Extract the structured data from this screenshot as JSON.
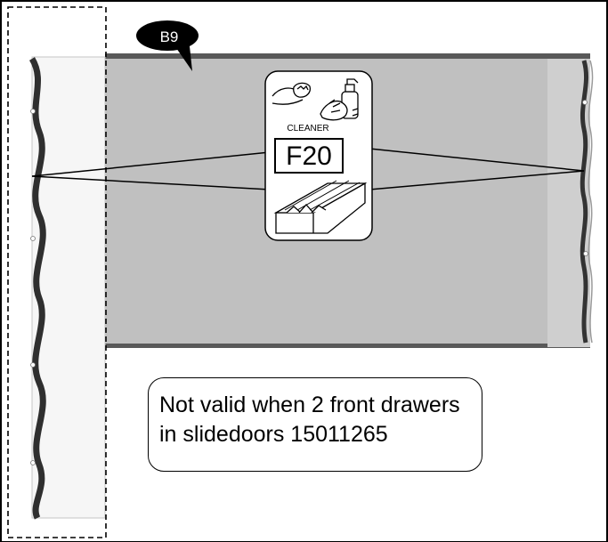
{
  "callout": {
    "label": "B9"
  },
  "detail": {
    "cleaner_label": "CLEANER",
    "part_code": "F20",
    "cleaner_icon": "hands-wiping-with-cloth-and-spray-bottle-icon",
    "part_icon": "grooved-seal-strip-icon"
  },
  "note": {
    "line1": "Not valid when 2 front drawers",
    "line2": "in slidedoors 15011265"
  },
  "colors": {
    "panel_fill": "#c0c0c0",
    "panel_edge": "#595959",
    "seal_strip": "#333333"
  }
}
